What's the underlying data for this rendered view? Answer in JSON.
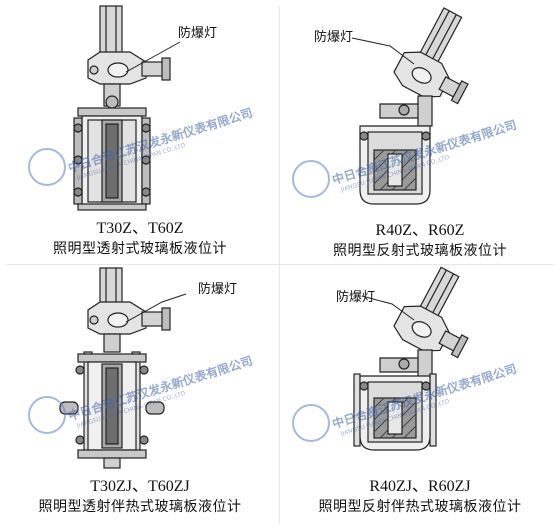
{
  "callout_label": "防爆灯",
  "watermark": {
    "cn": "中日合资江苏汉发永新仪表有限公司",
    "en": "JIANGSU HANFA CHINA-JAPAN CO.,LTD"
  },
  "panels": [
    {
      "id": "tl",
      "model": "T30Z、T60Z",
      "desc": "照明型透射式玻璃板液位计"
    },
    {
      "id": "tr",
      "model": "R40Z、R60Z",
      "desc": "照明型反射式玻璃板液位计"
    },
    {
      "id": "bl",
      "model": "T30ZJ、T60ZJ",
      "desc": "照明型透射伴热式玻璃板液位计"
    },
    {
      "id": "br",
      "model": "R40ZJ、R60ZJ",
      "desc": "照明型反射伴热式玻璃板液位计"
    }
  ]
}
